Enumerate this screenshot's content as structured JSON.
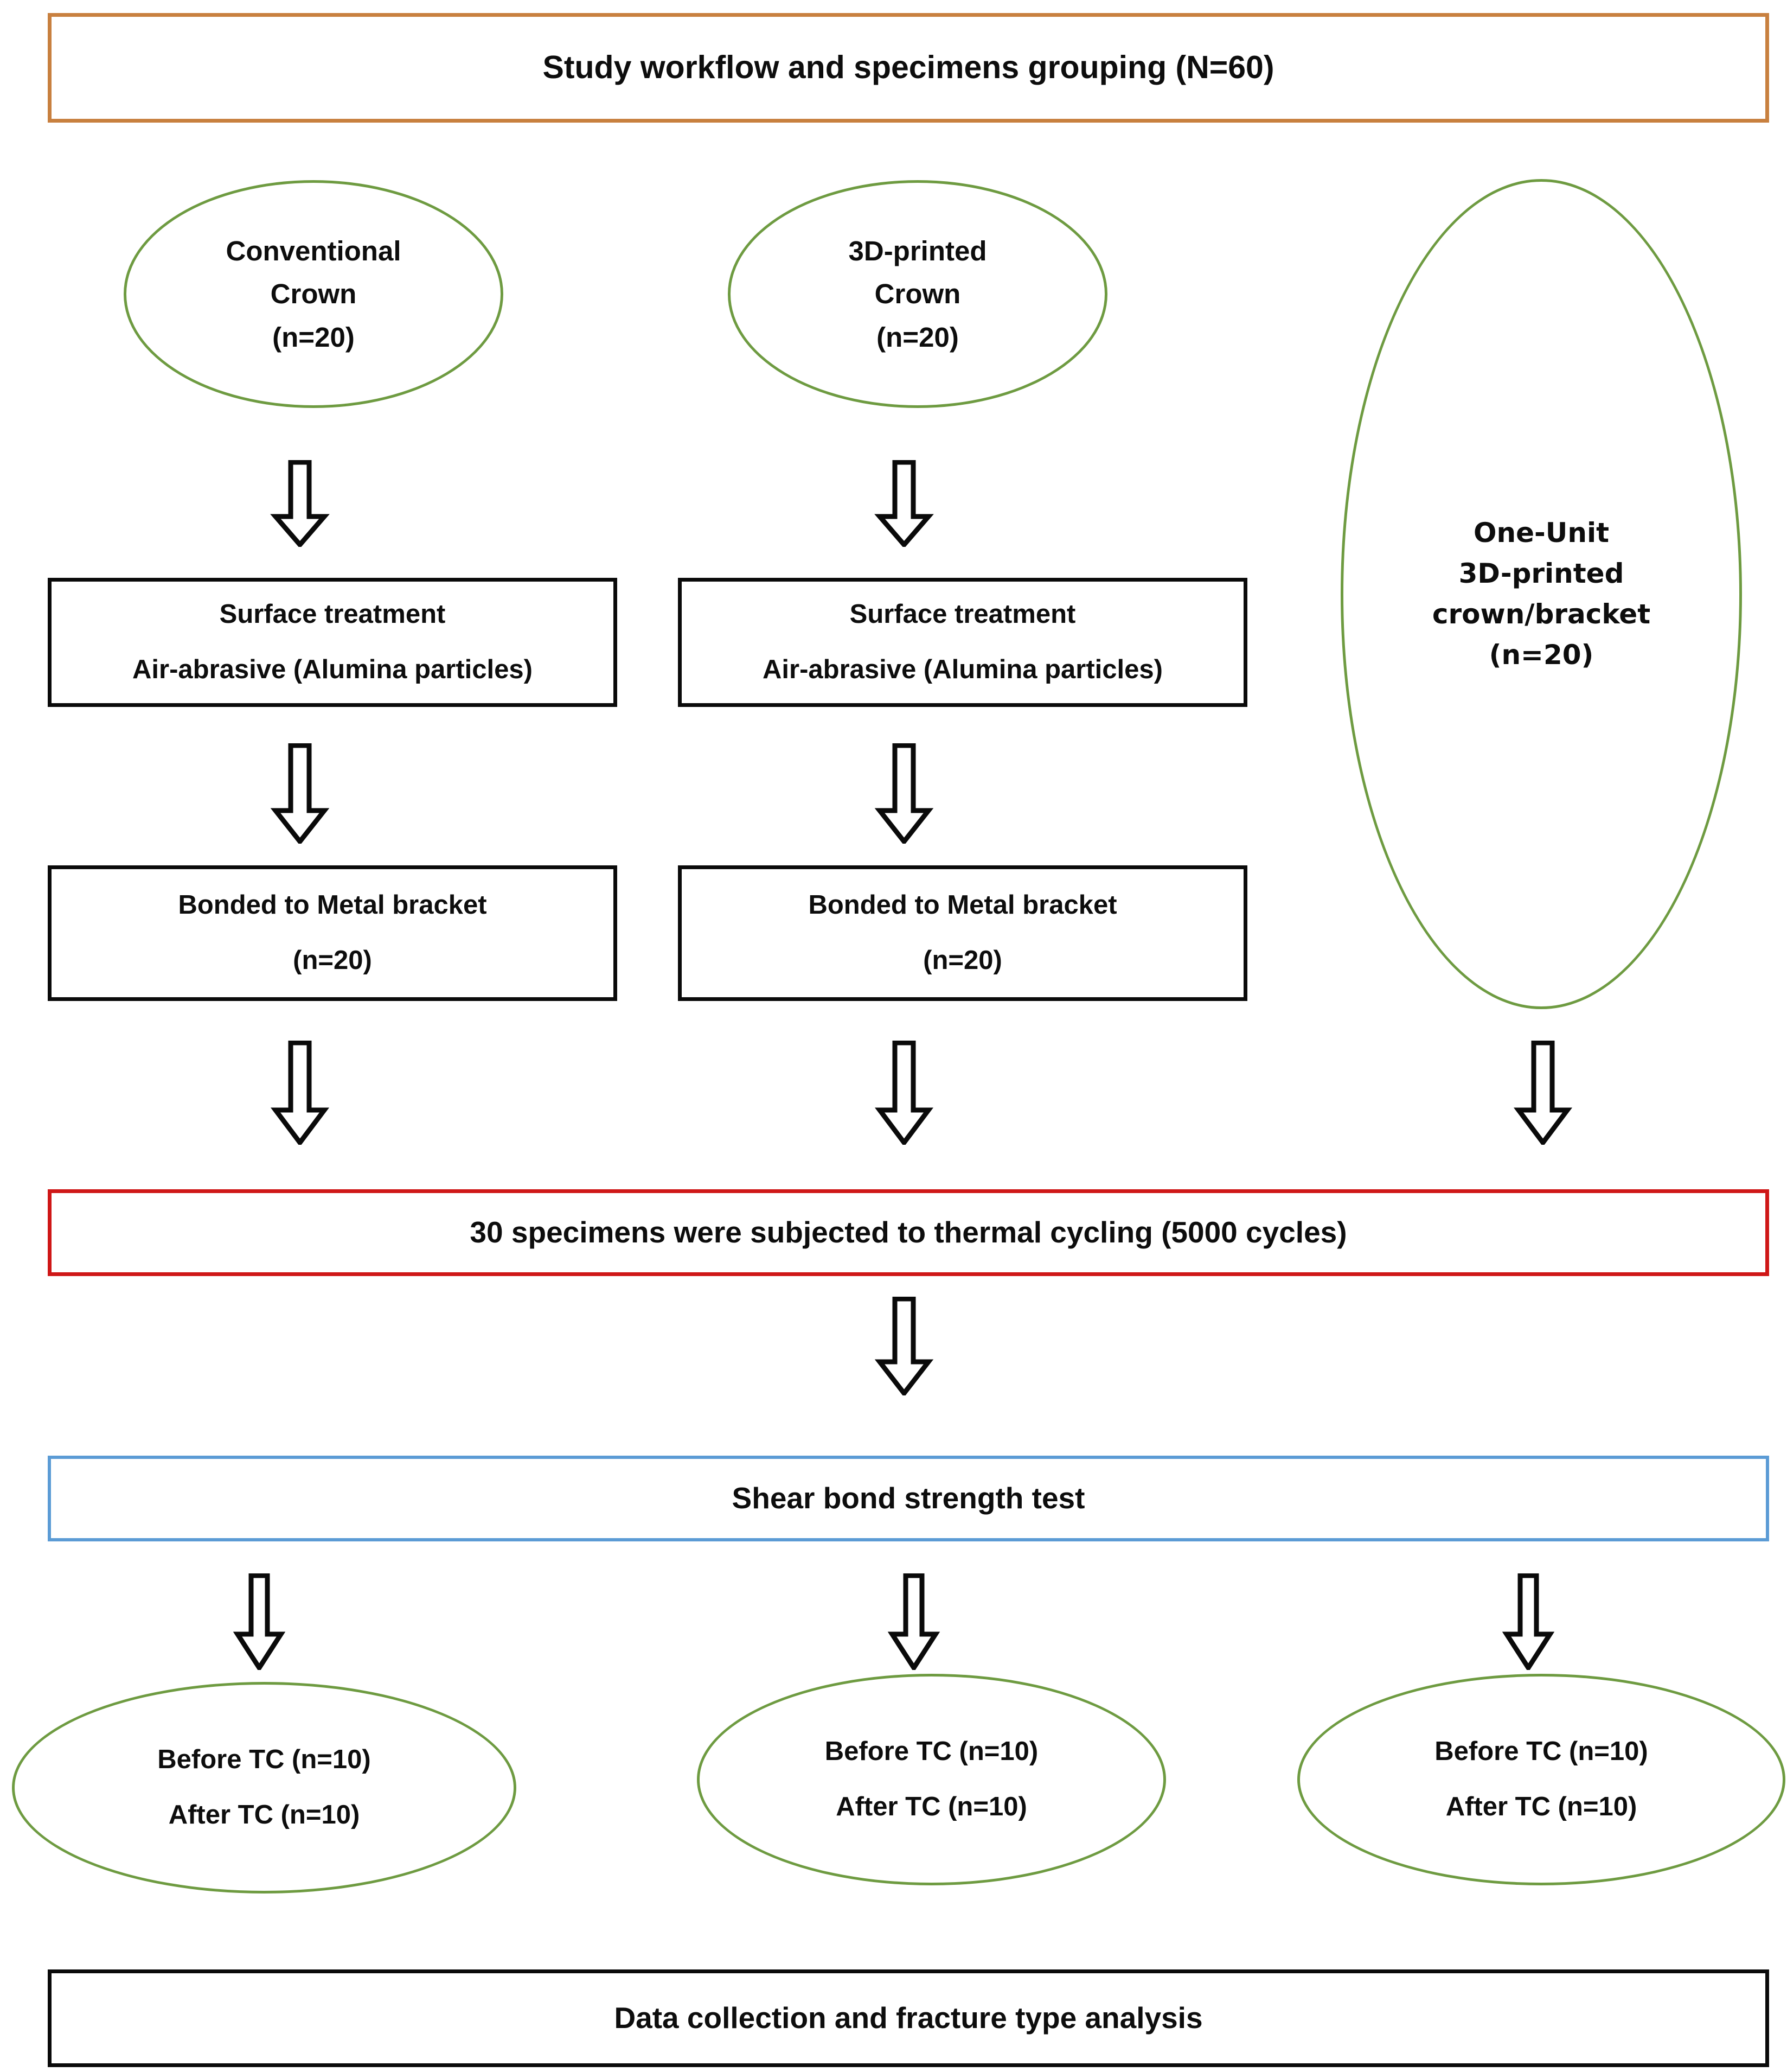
{
  "diagram": {
    "title": "Study workflow and specimens grouping (N=60)",
    "colors": {
      "title_border": "#c8803f",
      "ellipse_border": "#6e9b41",
      "box_border": "#0a0a0a",
      "thermal_border": "#cf1717",
      "shear_border": "#5b9bd5",
      "text": "#0d0d0d",
      "background": "#ffffff"
    },
    "groups": [
      {
        "id": "conventional",
        "source": {
          "line1": "Conventional",
          "line2": "Crown",
          "line3": "(n=20)"
        },
        "surface": {
          "line1": "Surface treatment",
          "line2": "Air-abrasive (Alumina particles)"
        },
        "bonded": {
          "line1": "Bonded to Metal bracket",
          "line2": "(n=20)"
        }
      },
      {
        "id": "printed",
        "source": {
          "line1": "3D-printed",
          "line2": "Crown",
          "line3": "(n=20)"
        },
        "surface": {
          "line1": "Surface treatment",
          "line2": "Air-abrasive (Alumina particles)"
        },
        "bonded": {
          "line1": "Bonded to Metal bracket",
          "line2": "(n=20)"
        }
      },
      {
        "id": "one-unit",
        "source": {
          "line1": "One-Unit",
          "line2": "3D-printed",
          "line3": "crown/bracket",
          "line4": "(n=20)"
        }
      }
    ],
    "thermal_cycling": "30 specimens were subjected to thermal cycling (5000 cycles)",
    "shear_test": "Shear bond strength test",
    "outcomes": [
      {
        "line1": "Before TC (n=10)",
        "line2": "After TC (n=10)"
      },
      {
        "line1": "Before TC (n=10)",
        "line2": "After TC (n=10)"
      },
      {
        "line1": "Before TC (n=10)",
        "line2": "After TC (n=10)"
      }
    ],
    "final": "Data collection and fracture type analysis",
    "arrow_icon_name": "down-block-arrow-icon"
  }
}
